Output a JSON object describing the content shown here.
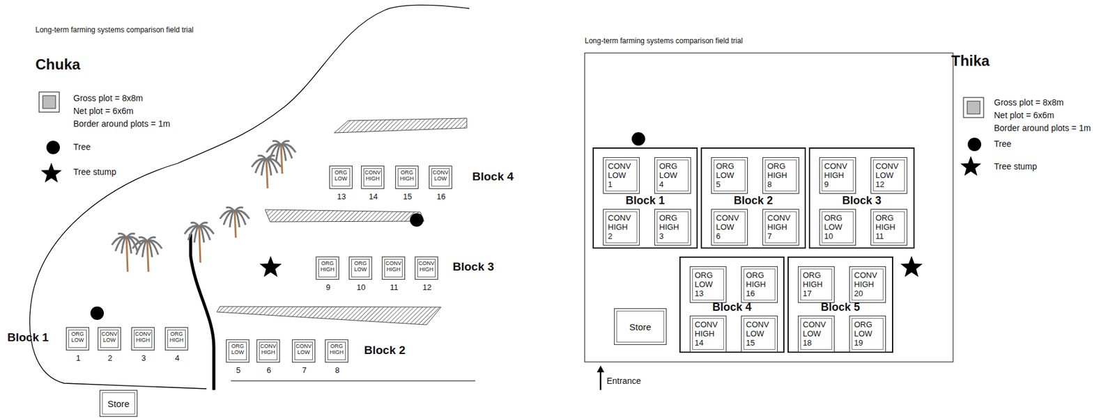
{
  "diagram": {
    "nodes": [
      {
        "text": [
          "ORG LOW",
          "1"
        ]
      },
      {
        "text": [
          "CONV LOW",
          "2"
        ]
      },
      {
        "text": [
          "CONV HIGH",
          "3"
        ]
      },
      {
        "text": [
          "ORG HIGH",
          "4"
        ]
      },
      {
        "text": [
          "ORG LOW",
          "5"
        ]
      },
      {
        "text": [
          "CONV HIGH",
          "6"
        ]
      },
      {
        "text": [
          "CONV LOW",
          "7"
        ]
      },
      {
        "text": [
          "ORG HIGH",
          "8"
        ]
      },
      {
        "text": [
          "ORG HIGH",
          "9"
        ]
      },
      {
        "text": [
          "ORG LOW",
          "10"
        ]
      },
      {
        "text": [
          "CONV HIGH",
          "11"
        ]
      },
      {
        "text": [
          "CONV HIGH",
          "12"
        ]
      },
      {
        "text": [
          "ORG LOW",
          "13"
        ]
      },
      {
        "text": [
          "CONV HIGH",
          "14"
        ]
      },
      {
        "text": [
          "ORG HIGH",
          "15"
        ]
      },
      {
        "text": [
          "CONV LOW",
          "16"
        ]
      },
      {
        "text": [
          "Store"
        ]
      },
      {
        "text": [
          "Block 1"
        ]
      },
      {
        "text": [
          "CONV LOW",
          "1"
        ],
        "in": 17
      },
      {
        "text": [
          "ORG LOW",
          "4"
        ],
        "in": 17
      },
      {
        "text": [
          "CONV HIGH",
          "2"
        ],
        "in": 17
      },
      {
        "text": [
          "ORG HIGH",
          "3"
        ],
        "in": 17
      },
      {
        "text": [
          "Block 2"
        ]
      },
      {
        "text": [
          "ORG LOW",
          "5"
        ],
        "in": 22
      },
      {
        "text": [
          "ORG HIGH",
          "8"
        ],
        "in": 22
      },
      {
        "text": [
          "CONV LOW",
          "6"
        ],
        "in": 22
      },
      {
        "text": [
          "CONV HIGH",
          "7"
        ],
        "in": 22
      },
      {
        "text": [
          "Block 3"
        ]
      },
      {
        "text": [
          "CONV HIGH",
          "9"
        ],
        "in": 27
      },
      {
        "text": [
          "CONV LOW",
          "12"
        ],
        "in": 27
      },
      {
        "text": [
          "ORG LOW",
          "10"
        ],
        "in": 27
      },
      {
        "text": [
          "ORG HIGH",
          "11"
        ],
        "in": 27
      },
      {
        "text": [
          "Block 4"
        ]
      },
      {
        "text": [
          "ORG LOW",
          "13"
        ],
        "in": 32
      },
      {
        "text": [
          "ORG HIGH",
          "16"
        ],
        "in": 32
      },
      {
        "text": [
          "CONV HIGH",
          "14"
        ],
        "in": 32
      },
      {
        "text": [
          "CONV LOW",
          "15"
        ],
        "in": 32
      },
      {
        "text": [
          "Block 5"
        ]
      },
      {
        "text": [
          "ORG HIGH",
          "17"
        ],
        "in": 37
      },
      {
        "text": [
          "CONV HIGH",
          "20"
        ],
        "in": 37
      },
      {
        "text": [
          "CONV LOW",
          "18"
        ],
        "in": 37
      },
      {
        "text": [
          "ORG LOW",
          "19"
        ],
        "in": 37
      },
      {
        "text": [
          "Store"
        ]
      }
    ],
    "labels": [
      "Long-term farming systems comparison field trial",
      "Chuka",
      "Block 1",
      "Block 2",
      "Block 3",
      "Block 4",
      "Long-term farming systems comparison field trial",
      "Thika",
      "Entrance"
    ],
    "legend": [
      {
        "text": "Gross plot = 8x8m"
      },
      {
        "text": "Net plot = 6x6m"
      },
      {
        "text": "Border around plots = 1m"
      },
      {
        "text": "Tree"
      },
      {
        "text": "Tree stump"
      },
      {
        "text": "Gross plot = 8x8m"
      },
      {
        "text": "Net plot = 6x6m"
      },
      {
        "text": "Border around plots = 1m"
      },
      {
        "text": "Tree"
      },
      {
        "text": "Tree stump"
      }
    ]
  }
}
